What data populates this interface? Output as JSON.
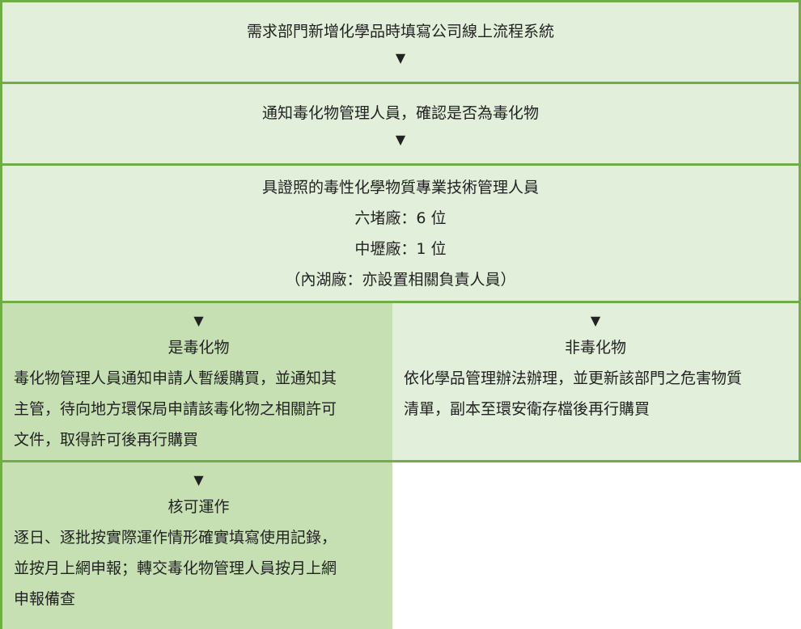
{
  "arrow_symbol": "▼",
  "step1": {
    "text": "需求部門新增化學品時填寫公司線上流程系統"
  },
  "step2": {
    "text": "通知毒化物管理人員，確認是否為毒化物"
  },
  "step3": {
    "line1": "具證照的毒性化學物質專業技術管理人員",
    "line2": "六堵廠：6 位",
    "line3": "中壢廠：1 位",
    "line4": "（內湖廠：亦設置相關負責人員）"
  },
  "branch_yes": {
    "heading": "是毒化物",
    "lines": [
      "毒化物管理人員通知申請人暫緩購買，並通知其",
      "主管，待向地方環保局申請該毒化物之相關許可",
      "文件，取得許可後再行購買"
    ]
  },
  "branch_no": {
    "heading": "非毒化物",
    "lines": [
      "依化學品管理辦法辦理，並更新該部門之危害物質",
      "清單，副本至環安衛存檔後再行購買"
    ]
  },
  "approval": {
    "heading": "核可運作",
    "lines": [
      "逐日、逐批按實際運作情形確實填寫使用記錄，",
      "並按月上網申報；轉交毒化物管理人員按月上網",
      "申報備查"
    ]
  }
}
